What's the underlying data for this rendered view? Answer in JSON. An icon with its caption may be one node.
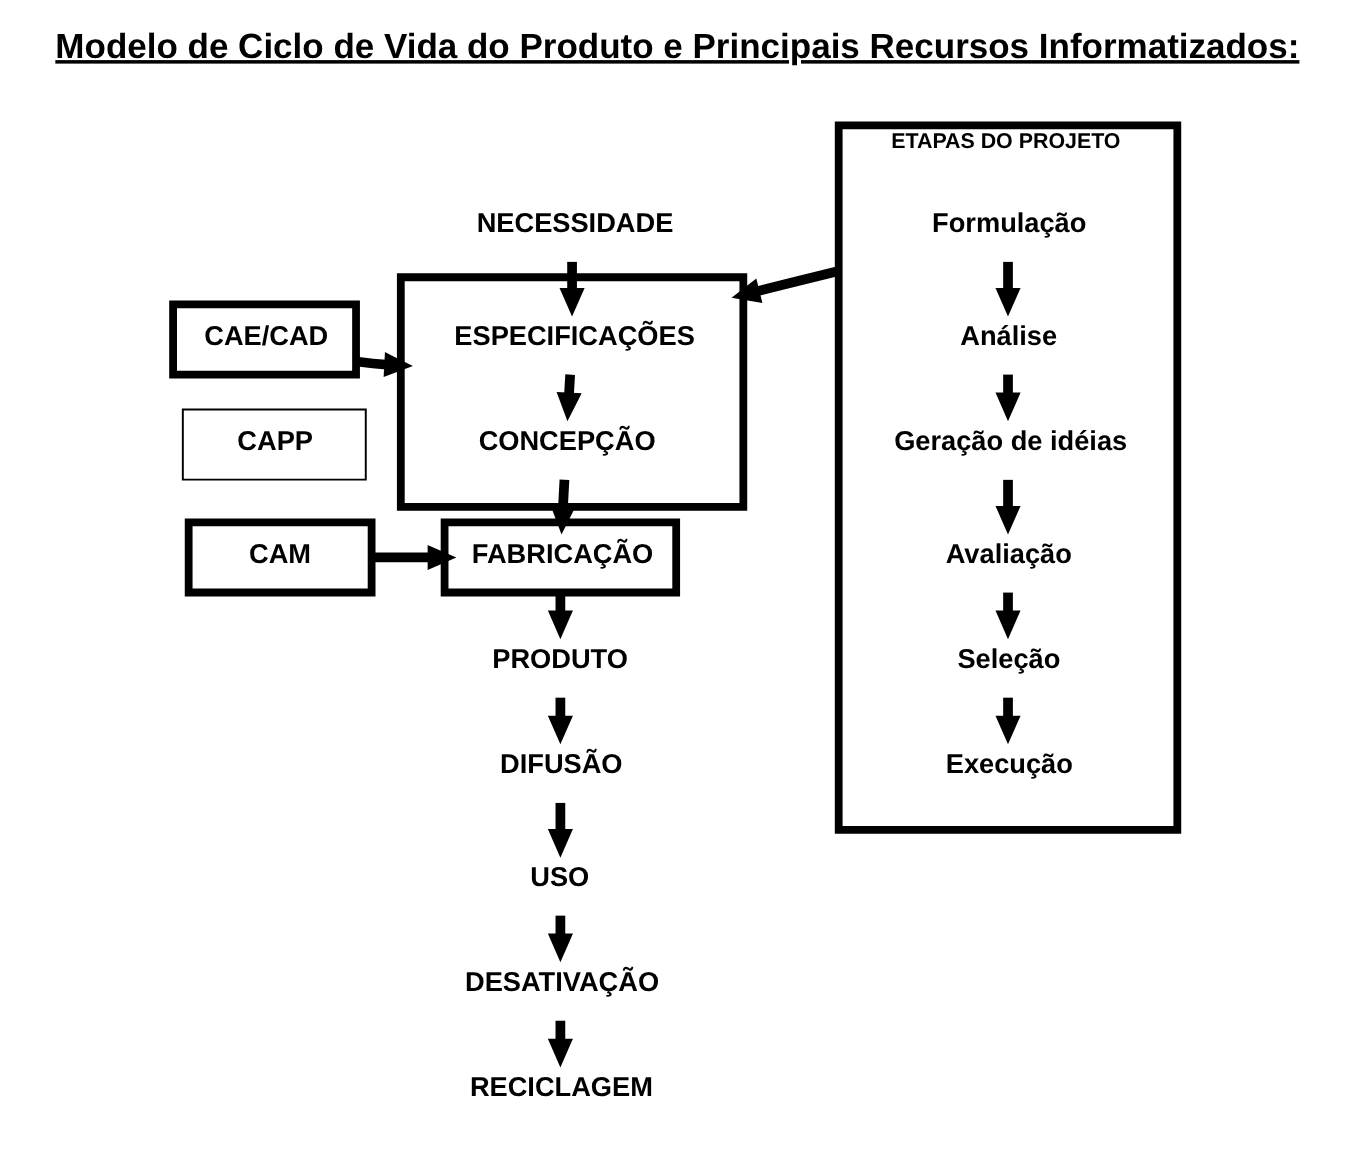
{
  "diagram": {
    "title": "Modelo de Ciclo de Vida do Produto e Principais Recursos Informatizados:",
    "nodes": [
      {
        "text": [
          "NECESSIDADE"
        ]
      },
      {
        "text": [],
        "shape": "box"
      },
      {
        "text": [
          "ESPECIFICAÇÕES"
        ],
        "in": 1
      },
      {
        "text": [
          "CONCEPÇÃO"
        ],
        "in": 1
      },
      {
        "text": [
          "CAE/CAD"
        ]
      },
      {
        "text": [
          "CAPP"
        ]
      },
      {
        "text": [
          "CAM"
        ]
      },
      {
        "text": [
          "FABRICAÇÃO"
        ]
      },
      {
        "text": [
          "PRODUTO"
        ]
      },
      {
        "text": [
          "DIFUSÃO"
        ]
      },
      {
        "text": [
          "USO"
        ]
      },
      {
        "text": [
          "DESATIVAÇÃO"
        ]
      },
      {
        "text": [
          "RECICLAGEM"
        ]
      },
      {
        "text": [
          "ETAPAS DO PROJETO"
        ]
      },
      {
        "text": [
          "Formulação"
        ],
        "in": 13
      },
      {
        "text": [
          "Análise"
        ],
        "in": 13
      },
      {
        "text": [
          "Geração de idéias"
        ],
        "in": 13
      },
      {
        "text": [
          "Avaliação"
        ],
        "in": 13
      },
      {
        "text": [
          "Seleção"
        ],
        "in": 13
      },
      {
        "text": [
          "Execução"
        ],
        "in": 13
      }
    ],
    "edges": [
      {
        "from": 0,
        "to": 2,
        "arrow": "to"
      },
      {
        "from": 2,
        "to": 3,
        "arrow": "to"
      },
      {
        "from": 3,
        "to": 7,
        "arrow": "to"
      },
      {
        "from": 4,
        "to": 1,
        "arrow": "to"
      },
      {
        "from": 13,
        "to": 1,
        "arrow": "to"
      },
      {
        "from": 6,
        "to": 7,
        "arrow": "to"
      },
      {
        "from": 7,
        "to": 8,
        "arrow": "to"
      },
      {
        "from": 8,
        "to": 9,
        "arrow": "to"
      },
      {
        "from": 9,
        "to": 10,
        "arrow": "to"
      },
      {
        "from": 10,
        "to": 11,
        "arrow": "to"
      },
      {
        "from": 11,
        "to": 12,
        "arrow": "to"
      },
      {
        "from": 14,
        "to": 15,
        "arrow": "to"
      },
      {
        "from": 15,
        "to": 16,
        "arrow": "to"
      },
      {
        "from": 16,
        "to": 17,
        "arrow": "to"
      },
      {
        "from": 17,
        "to": 18,
        "arrow": "to"
      },
      {
        "from": 18,
        "to": 19,
        "arrow": "to"
      }
    ]
  }
}
